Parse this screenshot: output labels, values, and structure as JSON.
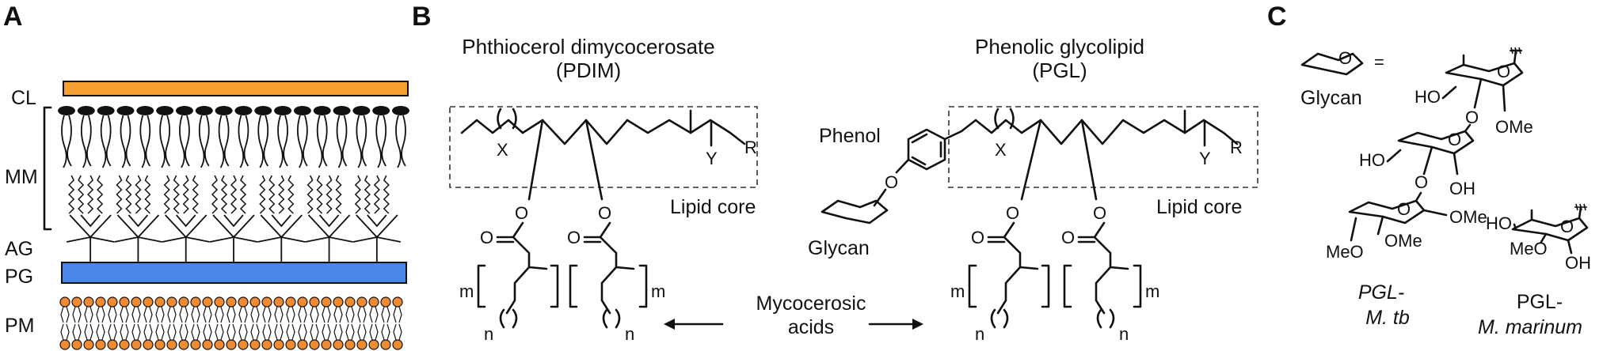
{
  "panels": {
    "a": "A",
    "b": "B",
    "c": "C"
  },
  "panel_a": {
    "layers": {
      "cl": "CL",
      "mm": "MM",
      "ag": "AG",
      "pg": "PG",
      "pm": "PM"
    },
    "colors": {
      "capsule": "#F6A033",
      "peptidoglycan": "#4A86E8",
      "membrane_heads": "#EE8A2F",
      "outline": "#111111"
    }
  },
  "panel_b": {
    "pdim_title": "Phthiocerol dimycocerosate",
    "pdim_abbr": "(PDIM)",
    "pgl_title": "Phenolic glycolipid",
    "pgl_abbr": "(PGL)",
    "lipid_core": "Lipid core",
    "phenol": "Phenol",
    "glycan": "Glycan",
    "mycocerosic_line1": "Mycocerosic",
    "mycocerosic_line2": "acids",
    "x": "X",
    "y": "Y",
    "r": "R",
    "o": "O",
    "m": "m",
    "n": "n"
  },
  "panel_c": {
    "glycan_label": "Glycan",
    "equals": "=",
    "ho": "HO",
    "ome": "OMe",
    "meo": "MeO",
    "oh": "OH",
    "o": "O",
    "pgl_mtb_line1": "PGL-",
    "pgl_mtb_line2": "M. tb",
    "pgl_mmar_line1": "PGL-",
    "pgl_mmar_line2": "M. marinum"
  }
}
